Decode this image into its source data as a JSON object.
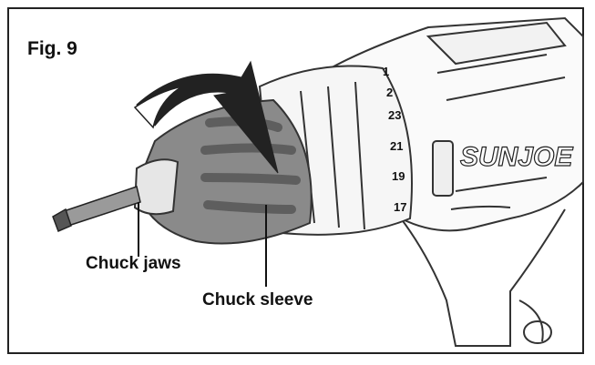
{
  "figure": {
    "label": "Fig. 9",
    "callouts": {
      "chuck_jaws": "Chuck jaws",
      "chuck_sleeve": "Chuck sleeve"
    },
    "brand_text": "SUNJOE",
    "torque_scale": [
      "1",
      "2",
      "23",
      "21",
      "19",
      "17"
    ]
  },
  "colors": {
    "ink": "#111111",
    "chuck_gray": "#8a8a8a",
    "chuck_dark": "#5e5e5e",
    "line_art": "#333333"
  },
  "icons": [
    "rotation-arrow-icon"
  ]
}
